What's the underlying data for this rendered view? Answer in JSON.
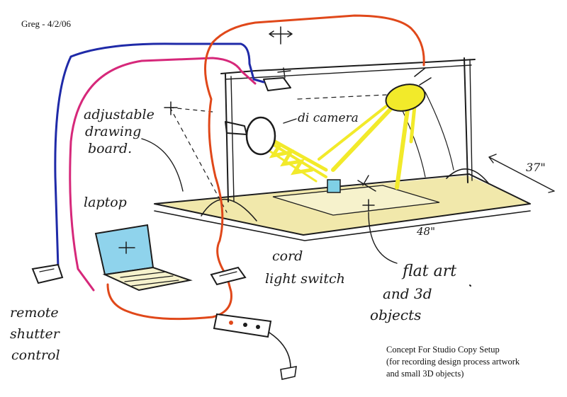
{
  "header": {
    "signature": "Greg - 4/2/06"
  },
  "labels": {
    "drawing_board": [
      "adjustable",
      "drawing",
      "board."
    ],
    "camera": "di camera",
    "laptop": "laptop",
    "cord_switch": [
      "cord",
      "light switch"
    ],
    "flat_art": [
      "flat art",
      "and 3d",
      "objects"
    ],
    "remote": [
      "remote",
      "shutter",
      "control"
    ],
    "dim_depth": "37\"",
    "dim_width": "48\""
  },
  "caption": {
    "line1": "Concept For Studio Copy Setup",
    "line2": "(for recording design process artwork",
    "line3": "and small 3D objects)"
  },
  "colors": {
    "ink": "#1c1c1c",
    "blue_cable": "#1f2aa8",
    "pink_cable": "#d6287a",
    "orange_cable": "#e0481a",
    "light_beam": "#f2ea2a",
    "board_wash": "#efe6a2",
    "screen": "#8fd3ec"
  }
}
